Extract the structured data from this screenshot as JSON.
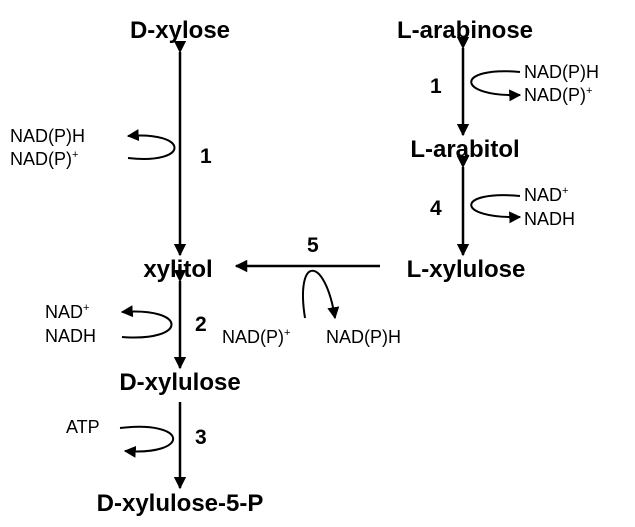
{
  "metabolites": {
    "d_xylose": "D-xylose",
    "l_arabinose": "L-arabinose",
    "l_arabitol": "L-arabitol",
    "xylitol": "xylitol",
    "l_xylulose": "L-xylulose",
    "d_xylulose": "D-xylulose",
    "d_xylulose_5p": "D-xylulose-5-P"
  },
  "steps": {
    "s1_left": "1",
    "s1_right": "1",
    "s2": "2",
    "s3": "3",
    "s4": "4",
    "s5": "5"
  },
  "cofactors": {
    "step1_left_top": "NAD(P)H",
    "step1_left_bottom_base": "NAD(P)",
    "step1_left_bottom_sup": "+",
    "step1_right_top": "NAD(P)H",
    "step1_right_bottom_base": "NAD(P)",
    "step1_right_bottom_sup": "+",
    "step4_top_base": "NAD",
    "step4_top_sup": "+",
    "step4_bottom": "NADH",
    "step2_top_base": "NAD",
    "step2_top_sup": "+",
    "step2_bottom": "NADH",
    "step5_left_base": "NAD(P)",
    "step5_left_sup": "+",
    "step5_right": "NAD(P)H",
    "step3_in": "ATP"
  }
}
